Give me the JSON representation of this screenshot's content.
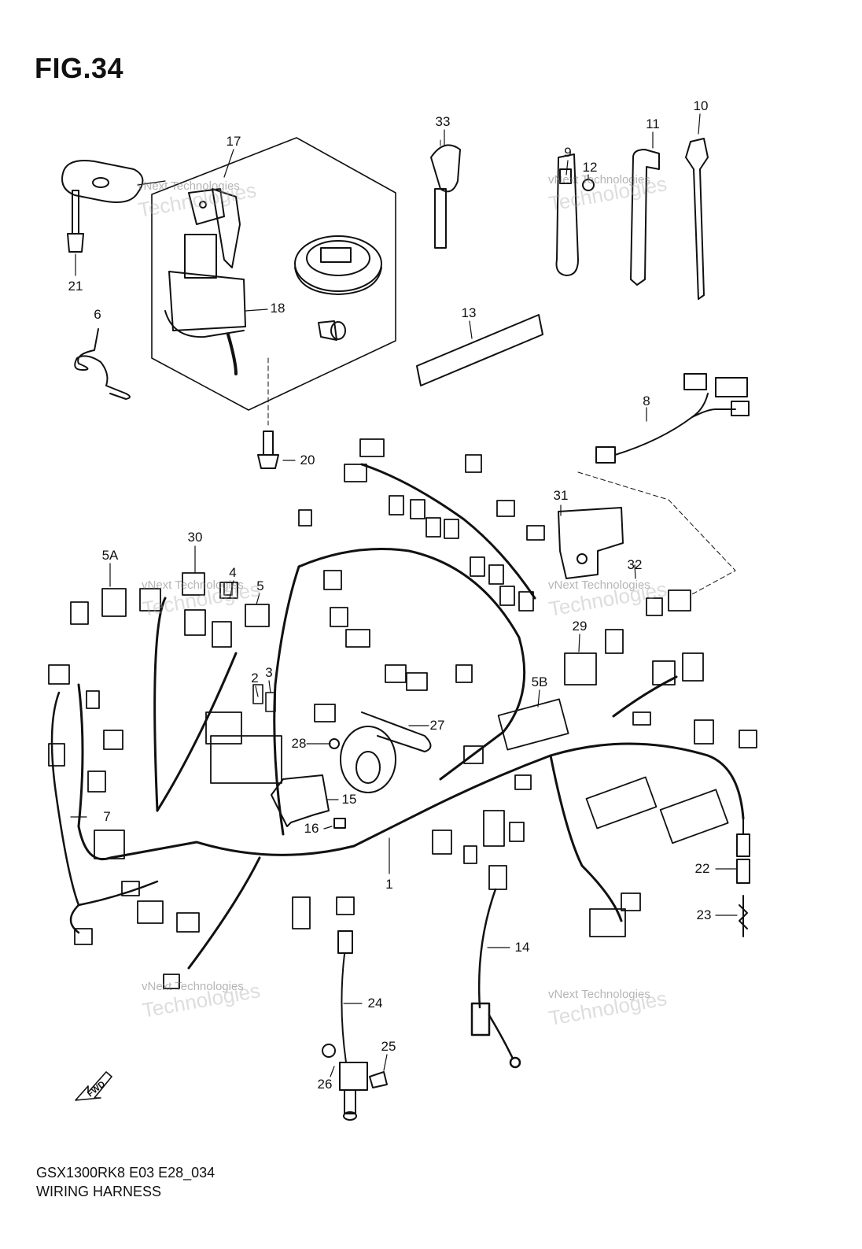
{
  "figure": {
    "title": "FIG.34"
  },
  "footer": {
    "model_code": "GSX1300RK8 E03 E28_034",
    "caption": "WIRING HARNESS"
  },
  "fwd_arrow": {
    "label": "FWD"
  },
  "watermark": {
    "line1": "vNext Technologies",
    "line2": "Technologies"
  },
  "callouts": [
    "17",
    "33",
    "11",
    "10",
    "9",
    "12",
    "21",
    "6",
    "18",
    "13",
    "8",
    "20",
    "31",
    "30",
    "5A",
    "4",
    "5",
    "32",
    "29",
    "2",
    "3",
    "5B",
    "27",
    "28",
    "15",
    "7",
    "16",
    "1",
    "22",
    "23",
    "14",
    "24",
    "25",
    "26"
  ]
}
